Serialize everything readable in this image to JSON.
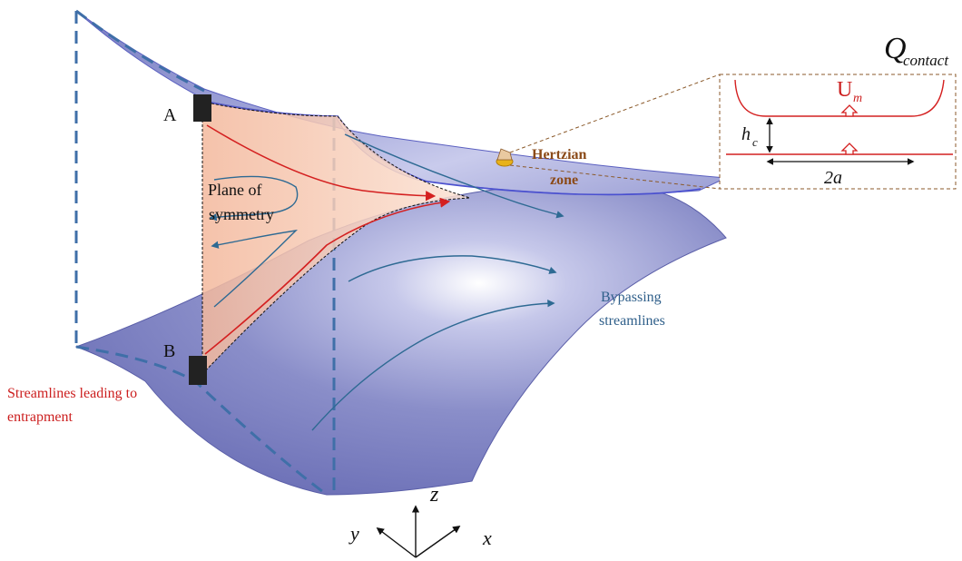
{
  "labels": {
    "point_a": "A",
    "point_b": "B",
    "plane_line1": "Plane of",
    "plane_line2": "symmetry",
    "hertz_line1": "Hertzian",
    "hertz_line2": "zone",
    "bypass_line1": "Bypassing",
    "bypass_line2": "streamlines",
    "entrap_line1": "Streamlines leading to",
    "entrap_line2": "entrapment"
  },
  "inset": {
    "title_q": "Q",
    "title_sub": "contact",
    "velocity": "U",
    "velocity_sub": "m",
    "gap": "h",
    "gap_sub": "c",
    "width": "2a"
  },
  "axes": {
    "z": "z",
    "y": "y",
    "x": "x"
  },
  "colors": {
    "upper_surface": "#8f93cf",
    "lower_surface": "#8286c6",
    "streamline_red": "#d42020",
    "streamline_blue": "#2e6a93",
    "wedge_fill": "#f6c9b3",
    "dashed_blue": "#3f6fa8",
    "hertz_yellow": "#e8b21a",
    "inset_border": "#8b5a2b"
  }
}
